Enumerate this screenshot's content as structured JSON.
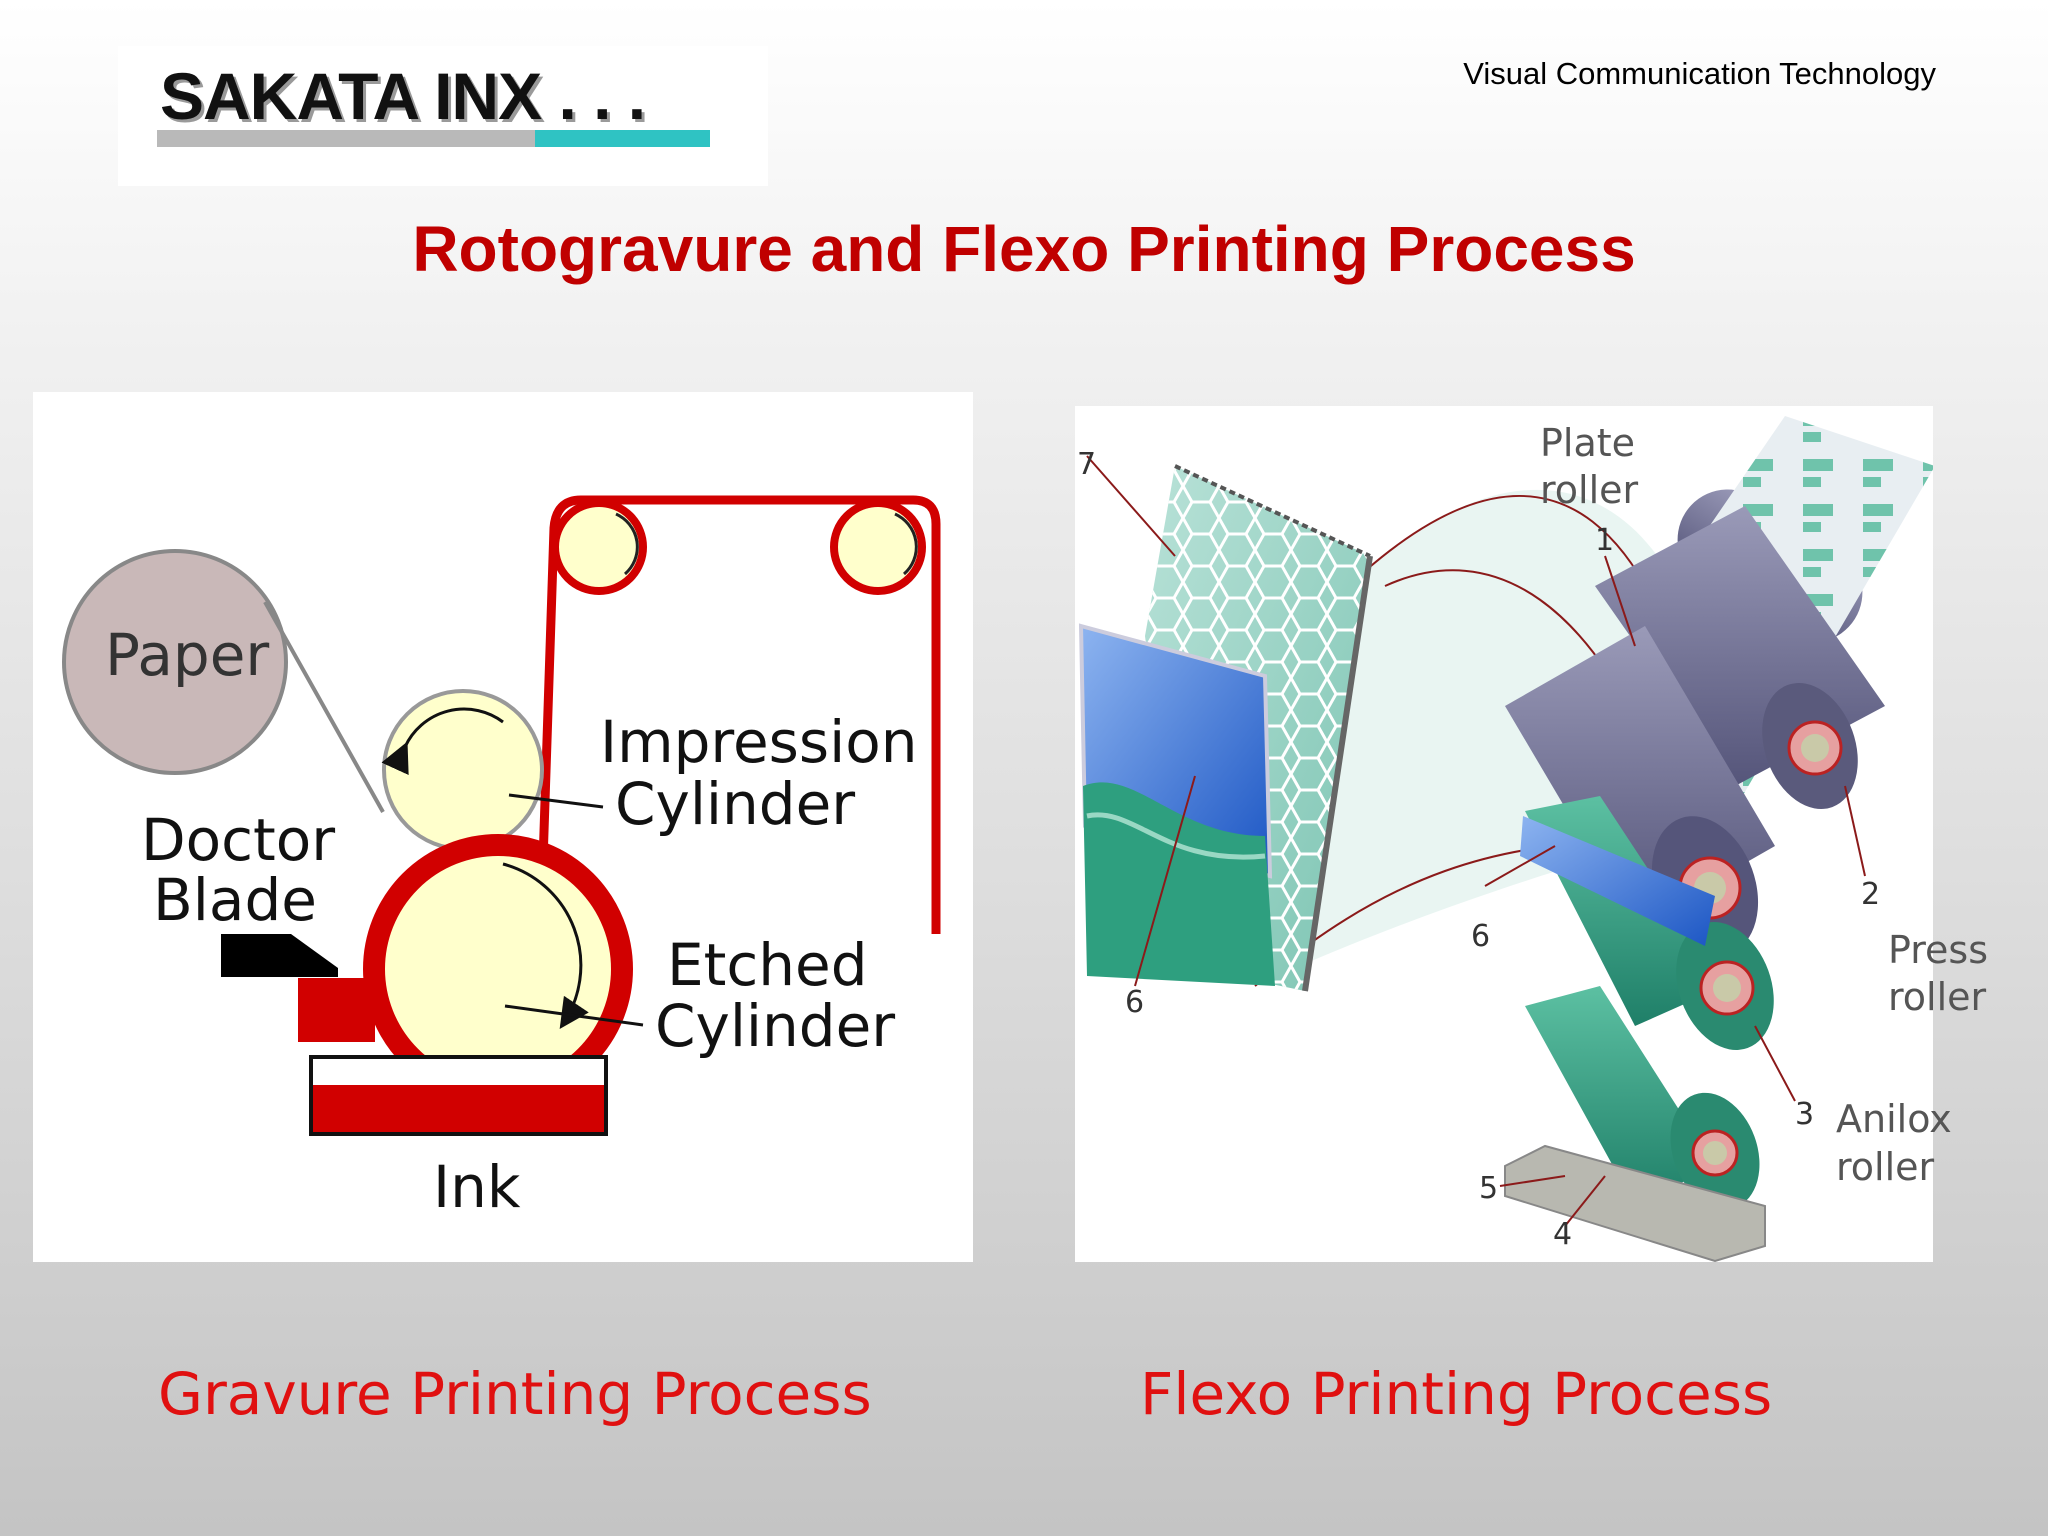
{
  "header": {
    "logo_text": "SAKATA INX . . .",
    "tagline": "Visual Communication Technology"
  },
  "title": "Rotogravure and Flexo Printing Process",
  "gravure": {
    "labels": {
      "paper": "Paper",
      "impression_1": "Impression",
      "impression_2": "Cylinder",
      "doctor_1": "Doctor",
      "doctor_2": "Blade",
      "etched_1": "Etched",
      "etched_2": "Cylinder",
      "ink": "Ink"
    },
    "caption": "Gravure Printing Process"
  },
  "flexo": {
    "labels": {
      "plate_1": "Plate",
      "plate_2": "roller",
      "press_1": "Press",
      "press_2": "roller",
      "anilox_1": "Anilox",
      "anilox_2": "roller"
    },
    "numbers": {
      "n1": "1",
      "n2": "2",
      "n3": "3",
      "n4": "4",
      "n5": "5",
      "n6a": "6",
      "n6b": "6",
      "n7": "7"
    },
    "caption": "Flexo Printing Process"
  },
  "colors": {
    "title_red": "#c00000",
    "caption_red": "#e01010",
    "logo_teal": "#2fc3c3",
    "ink_red": "#d10000",
    "cylinder_cream": "#ffffcc",
    "paper_roll": "#c9b8b8",
    "anilox_green": "#2fa085",
    "plate_purple": "#6a6a8c"
  }
}
